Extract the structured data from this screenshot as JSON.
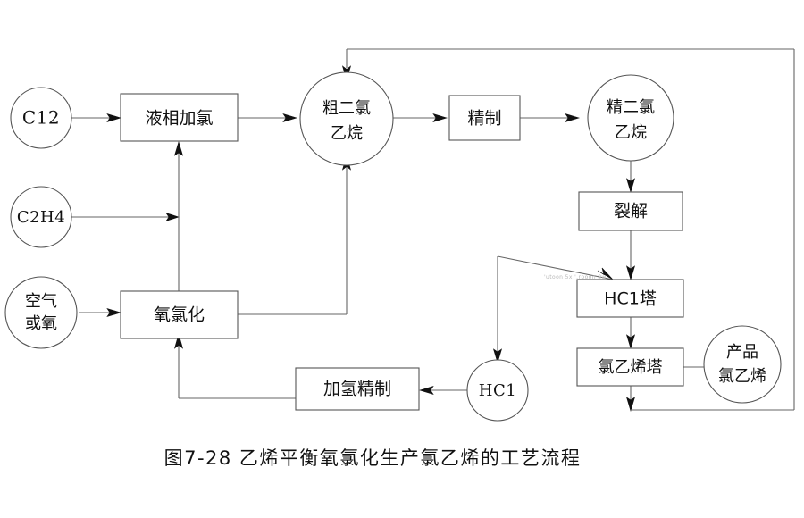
{
  "figure": {
    "caption": "图7-28  乙烯平衡氧氯化生产氯乙烯的工艺流程",
    "background_color": "#ffffff",
    "line_color": "#666666",
    "text_color": "#111111"
  },
  "nodes": {
    "cl2": {
      "label": "C12",
      "shape": "circle"
    },
    "c2h4": {
      "label": "C2H4",
      "shape": "circle"
    },
    "air_or_oxygen_line1": {
      "label": "空气",
      "shape": "circle"
    },
    "air_or_oxygen_line2": {
      "label": "或氧",
      "shape": "circle"
    },
    "liquid_chlorination": {
      "label": "液相加氯",
      "shape": "rect"
    },
    "oxychlorination": {
      "label": "氧氯化",
      "shape": "rect"
    },
    "crude_edc_line1": {
      "label": "粗二氯",
      "shape": "circle"
    },
    "crude_edc_line2": {
      "label": "乙烷",
      "shape": "circle"
    },
    "refining": {
      "label": "精制",
      "shape": "rect"
    },
    "pure_edc_line1": {
      "label": "精二氯",
      "shape": "circle"
    },
    "pure_edc_line2": {
      "label": "乙烷",
      "shape": "circle"
    },
    "cracking": {
      "label": "裂解",
      "shape": "rect"
    },
    "hcl_tower": {
      "label": "HC1塔",
      "shape": "rect"
    },
    "vcm_tower": {
      "label": "氯乙烯塔",
      "shape": "rect"
    },
    "product_line1": {
      "label": "产品",
      "shape": "circle"
    },
    "product_line2": {
      "label": "氯乙烯",
      "shape": "circle"
    },
    "hcl": {
      "label": "HC1",
      "shape": "circle"
    },
    "hydro_refining": {
      "label": "加氢精制",
      "shape": "rect"
    }
  },
  "artifacts": {
    "smudge": "'utoon  5x  '.rpoon  8w"
  }
}
